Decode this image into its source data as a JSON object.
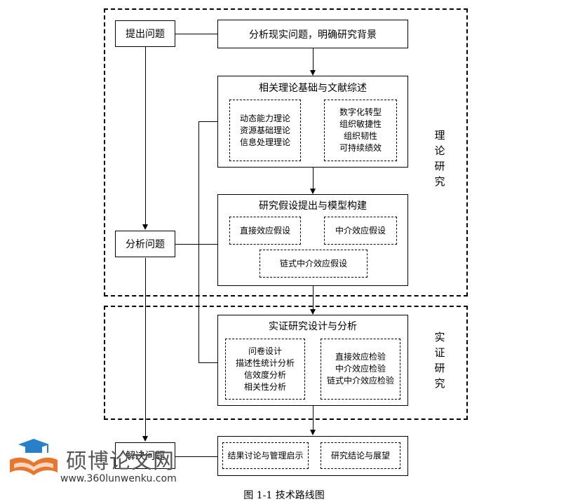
{
  "left_boxes": {
    "raise": "提出问题",
    "analyze": "分析问题",
    "solve": "解决问题"
  },
  "top_box": "分析现实问题，明确研究背景",
  "theory_section": {
    "label": [
      "理",
      "论",
      "研",
      "究"
    ],
    "basis": {
      "title": "相关理论基础与文献综述",
      "left": [
        "动态能力理论",
        "资源基础理论",
        "信息处理理论"
      ],
      "right": [
        "数字化转型",
        "组织敏捷性",
        "组织韧性",
        "可持续绩效"
      ]
    },
    "hypothesis": {
      "title": "研究假设提出与模型构建",
      "items": [
        "直接效应假设",
        "中介效应假设",
        "链式中介效应假设"
      ]
    }
  },
  "empirical_section": {
    "label": [
      "实",
      "证",
      "研",
      "究"
    ],
    "design": {
      "title": "实证研究设计与分析",
      "left": [
        "问卷设计",
        "描述性统计分析",
        "信效度分析",
        "相关性分析"
      ],
      "right": [
        "直接效应检验",
        "中介效应检验",
        "链式中介效应检验"
      ]
    }
  },
  "conclusion": {
    "left": "结果讨论与管理启示",
    "right": "研究结论与展望"
  },
  "caption": "图 1-1 技术路线图",
  "watermark": {
    "name": "硕博论文网",
    "url": "www.360lunwenku.com",
    "colors": {
      "orange": "#e8762d",
      "blue": "#2a7fc9"
    }
  }
}
